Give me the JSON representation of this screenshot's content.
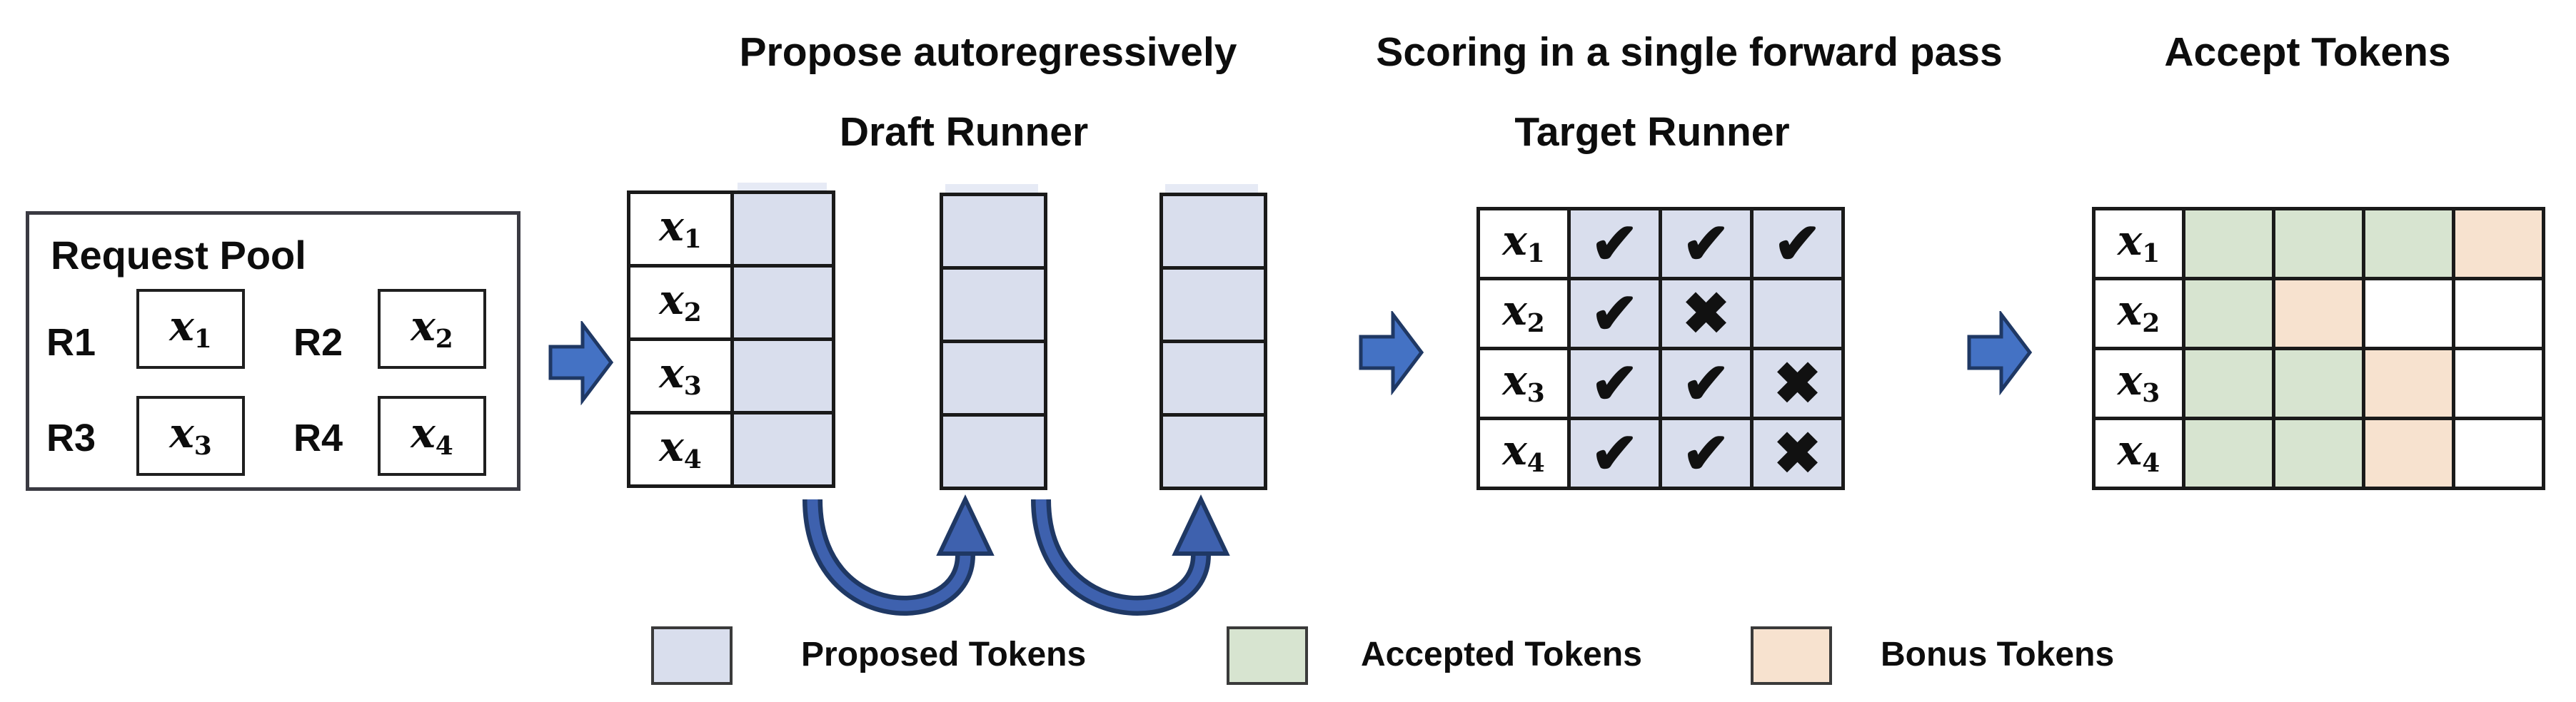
{
  "diagram": {
    "sections": {
      "propose_title": "Propose autoregressively",
      "draft_subtitle": "Draft Runner",
      "scoring_title": "Scoring in a single forward pass",
      "target_subtitle": "Target Runner",
      "accept_title": "Accept Tokens"
    },
    "request_pool": {
      "title": "Request Pool",
      "requests": [
        {
          "id": "R1",
          "token": {
            "base": "x",
            "sub": "1"
          }
        },
        {
          "id": "R2",
          "token": {
            "base": "x",
            "sub": "2"
          }
        },
        {
          "id": "R3",
          "token": {
            "base": "x",
            "sub": "3"
          }
        },
        {
          "id": "R4",
          "token": {
            "base": "x",
            "sub": "4"
          }
        }
      ]
    },
    "draft_runner": {
      "row_labels": [
        {
          "base": "x",
          "sub": "1"
        },
        {
          "base": "x",
          "sub": "2"
        },
        {
          "base": "x",
          "sub": "3"
        },
        {
          "base": "x",
          "sub": "4"
        }
      ],
      "iteration_columns": 3
    },
    "target_runner": {
      "rows": [
        {
          "label": {
            "base": "x",
            "sub": "1"
          },
          "marks": [
            "check",
            "check",
            "check"
          ]
        },
        {
          "label": {
            "base": "x",
            "sub": "2"
          },
          "marks": [
            "check",
            "cross",
            "none"
          ]
        },
        {
          "label": {
            "base": "x",
            "sub": "3"
          },
          "marks": [
            "check",
            "check",
            "cross"
          ]
        },
        {
          "label": {
            "base": "x",
            "sub": "4"
          },
          "marks": [
            "check",
            "check",
            "cross"
          ]
        }
      ]
    },
    "accept_tokens": {
      "rows": [
        {
          "label": {
            "base": "x",
            "sub": "1"
          },
          "cells": [
            "accepted",
            "accepted",
            "accepted",
            "bonus"
          ]
        },
        {
          "label": {
            "base": "x",
            "sub": "2"
          },
          "cells": [
            "accepted",
            "bonus"
          ]
        },
        {
          "label": {
            "base": "x",
            "sub": "3"
          },
          "cells": [
            "accepted",
            "accepted",
            "bonus"
          ]
        },
        {
          "label": {
            "base": "x",
            "sub": "4"
          },
          "cells": [
            "accepted",
            "accepted",
            "bonus"
          ]
        }
      ]
    },
    "legend": [
      {
        "type": "proposed",
        "label": "Proposed Tokens"
      },
      {
        "type": "accepted",
        "label": "Accepted Tokens"
      },
      {
        "type": "bonus",
        "label": "Bonus Tokens"
      }
    ],
    "marks": {
      "check": "✔",
      "cross": "✖"
    },
    "colors": {
      "proposed": "#D9DEED",
      "accepted": "#D7E4D0",
      "bonus": "#F7E2CF",
      "cell_border": "#1A1A1A",
      "arrow_fill": "#4472C4",
      "arrow_outline": "#1F3864",
      "loop_arrow": "#3E61AE"
    }
  }
}
